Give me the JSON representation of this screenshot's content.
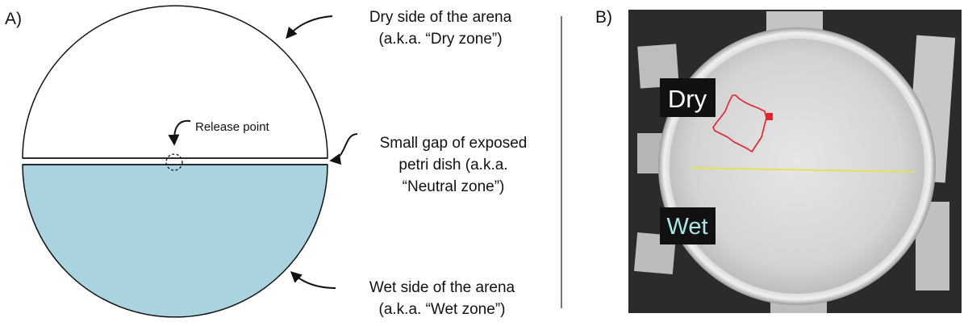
{
  "panels": {
    "a": {
      "label": "A)"
    },
    "b": {
      "label": "B)"
    }
  },
  "annotations": {
    "dry_side": {
      "line1": "Dry side of the arena",
      "line2": "(a.k.a. “Dry zone”)"
    },
    "release_point": {
      "text": "Release point"
    },
    "neutral_gap": {
      "line1": "Small gap of exposed",
      "line2": "petri dish (a.k.a.",
      "line3": "“Neutral zone”)"
    },
    "wet_side": {
      "line1": "Wet side of the arena",
      "line2": "(a.k.a. “Wet zone”)"
    }
  },
  "photo": {
    "dry_label": "Dry",
    "wet_label": "Wet"
  },
  "colors": {
    "wet_fill": "#a8d3df",
    "track": "#e8202a",
    "midline": "#e6e05a",
    "wet_label_text": "#a8e8ea",
    "photo_background": "#2b2b2b"
  }
}
